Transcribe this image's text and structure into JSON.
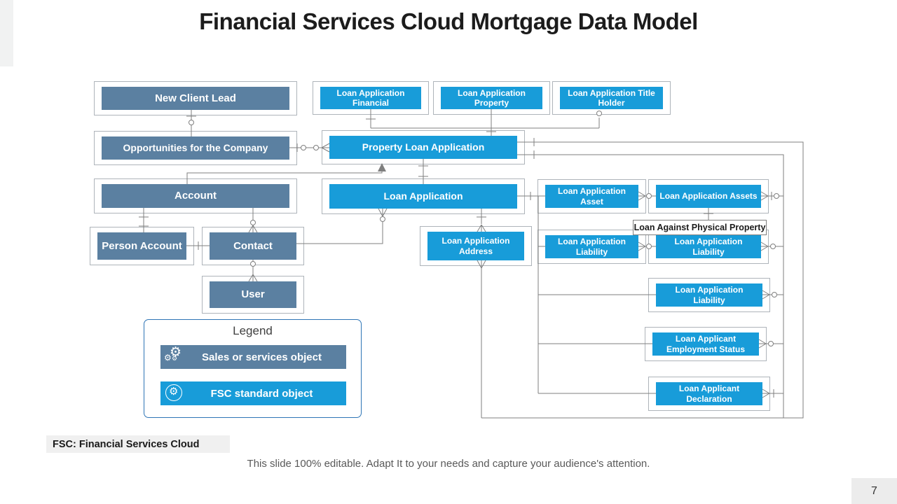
{
  "slide": {
    "title": "Financial Services Cloud Mortgage Data Model",
    "footer_note": "This slide 100% editable. Adapt  It to your needs and capture your audience's attention.",
    "abbreviation_note": "FSC: Financial Services Cloud",
    "page_number": "7"
  },
  "colors": {
    "sales_object": "#5b80a1",
    "fsc_object": "#189cd9",
    "legend_border": "#2e75b6",
    "connector": "#7f7f7f"
  },
  "labels": {
    "new_client_lead": "New Client Lead",
    "opportunities": "Opportunities for the Company",
    "account": "Account",
    "person_account": "Person Account",
    "contact": "Contact",
    "user": "User",
    "la_financial": "Loan Application Financial",
    "la_property": "Loan Application Property",
    "la_title_holder": "Loan Application Title Holder",
    "property_loan_application": "Property Loan Application",
    "loan_application": "Loan Application",
    "la_address": "Loan Application Address",
    "la_asset": "Loan Application Asset",
    "la_assets": "Loan Application Assets",
    "la_liability_1": "Loan Application Liability",
    "la_liability_2": "Loan Application Liability",
    "la_liability_3": "Loan Application Liability",
    "la_employment_status": "Loan Applicant Employment Status",
    "la_declaration": "Loan Applicant Declaration",
    "annotation": "Loan Against Physical Property"
  },
  "legend": {
    "title": "Legend",
    "items": [
      {
        "label": "Sales or services object",
        "icon": "gears-icon"
      },
      {
        "label": "FSC standard object",
        "icon": "gear-sync-icon"
      }
    ]
  }
}
